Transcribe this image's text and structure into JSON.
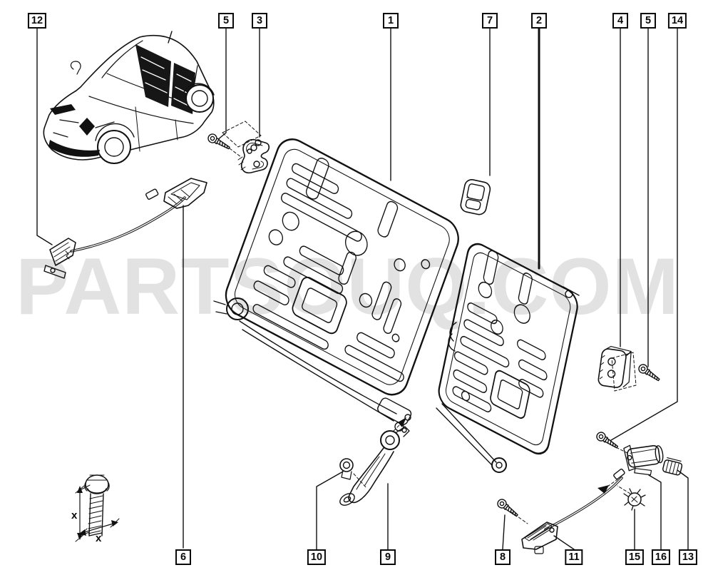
{
  "watermark": "PARTSOUQ.COM",
  "callouts": {
    "top": [
      "12",
      "5",
      "3",
      "1",
      "7",
      "2",
      "4",
      "5",
      "14"
    ],
    "bottom": [
      "6",
      "10",
      "9",
      "8",
      "11",
      "15",
      "16",
      "13"
    ]
  },
  "dimension": {
    "x1": "x",
    "x2": "x"
  },
  "colors": {
    "line": "#111111",
    "watermark": "#e2e2e2",
    "background": "#ffffff"
  }
}
